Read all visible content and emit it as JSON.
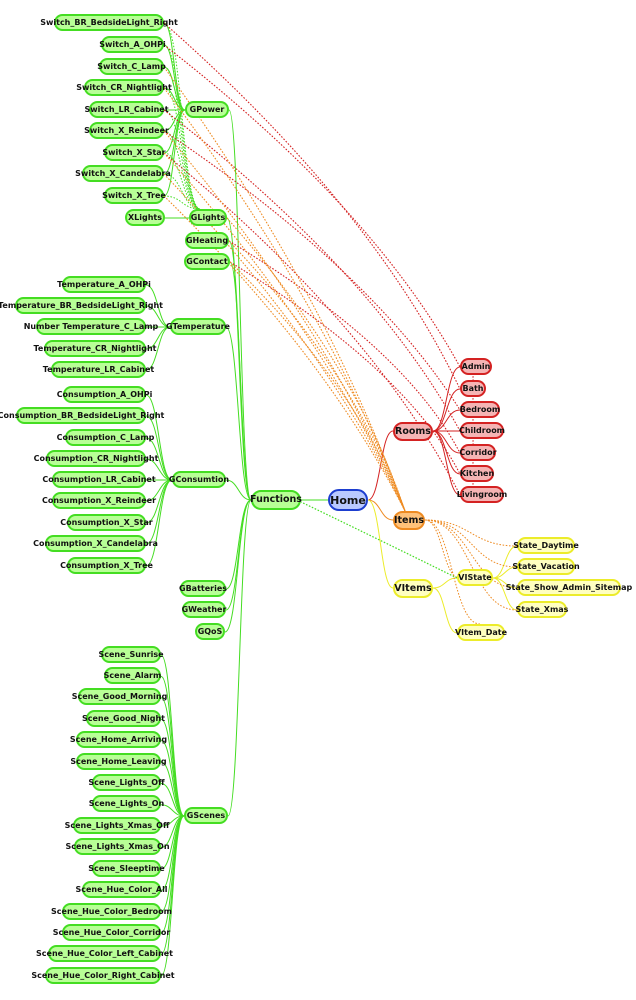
{
  "nodes": {
    "home": "Home",
    "functions": "Functions",
    "rooms": "Rooms",
    "items": "Items",
    "vitems": "VItems",
    "gpower": "GPower",
    "glights": "GLights",
    "gheating": "GHeating",
    "gcontact": "GContact",
    "gtemperature": "GTemperature",
    "gconsumption": "GConsumtion",
    "gbatteries": "GBatteries",
    "gweather": "GWeather",
    "gqos": "GQoS",
    "gscenes": "GScenes",
    "xlights": "XLights",
    "switches": [
      "Switch_BR_BedsideLight_Right",
      "Switch_A_OHPi",
      "Switch_C_Lamp",
      "Switch_CR_Nightlight",
      "Switch_LR_Cabinet",
      "Switch_X_Reindeer",
      "Switch_X_Star",
      "Switch_X_Candelabra",
      "Switch_X_Tree"
    ],
    "temperatures": [
      "Temperature_A_OHPi",
      "Temperature_BR_BedsideLight_Right",
      "Number Temperature_C_Lamp",
      "Temperature_CR_Nightlight",
      "Temperature_LR_Cabinet"
    ],
    "consumptions": [
      "Consumption_A_OHPi",
      "Consumption_BR_BedsideLight_Right",
      "Consumption_C_Lamp",
      "Consumption_CR_Nightlight",
      "Consumption_LR_Cabinet",
      "Consumption_X_Reindeer",
      "Consumption_X_Star",
      "Consumption_X_Candelabra",
      "Consumption_X_Tree"
    ],
    "scenes": [
      "Scene_Sunrise",
      "Scene_Alarm",
      "Scene_Good_Morning",
      "Scene_Good_Night",
      "Scene_Home_Arriving",
      "Scene_Home_Leaving",
      "Scene_Lights_Off",
      "Scene_Lights_On",
      "Scene_Lights_Xmas_Off",
      "Scene_Lights_Xmas_On",
      "Scene_Sleeptime",
      "Scene_Hue_Color_All",
      "Scene_Hue_Color_Bedroom",
      "Scene_Hue_Color_Corridor",
      "Scene_Hue_Color_Left_Cabinet",
      "Scene_Hue_Color_Right_Cabinet"
    ],
    "rooms_list": [
      "Admin",
      "Bath",
      "Bedroom",
      "Childroom",
      "Corridor",
      "Kitchen",
      "Livingroom"
    ],
    "vistate": "VIState",
    "vitem_date": "VItem_Date",
    "states": [
      "State_Daytime",
      "State_Vacation",
      "State_Show_Admin_Sitemap",
      "State_Xmas"
    ]
  },
  "colors": {
    "green": "#44dd22",
    "red": "#d42222",
    "yellow": "#ecec2a",
    "orange": "#ee8b22",
    "blue": "#1d3ecf"
  }
}
